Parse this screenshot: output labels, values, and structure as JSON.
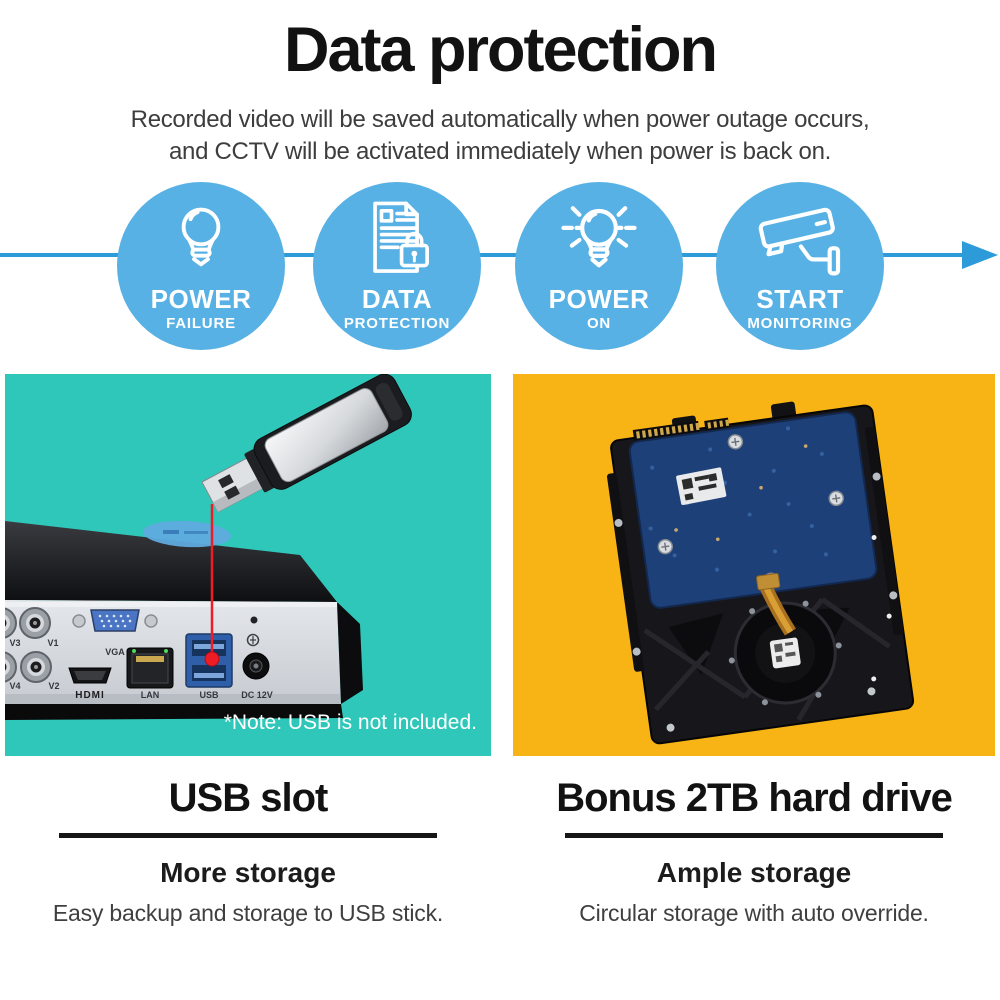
{
  "header": {
    "title": "Data protection",
    "subtitle_line1": "Recorded video will be saved automatically when power outage occurs,",
    "subtitle_line2": "and CCTV will be activated immediately when power is back on."
  },
  "flow": {
    "steps": [
      {
        "line1": "POWER",
        "line2": "FAILURE",
        "icon": "light-bulb-icon"
      },
      {
        "line1": "DATA",
        "line2": "PROTECTION",
        "icon": "document-lock-icon"
      },
      {
        "line1": "POWER",
        "line2": "ON",
        "icon": "light-bulb-rays-icon"
      },
      {
        "line1": "START",
        "line2": "MONITORING",
        "icon": "cctv-camera-icon"
      }
    ]
  },
  "left_panel": {
    "note": "*Note: USB is not included.",
    "port_labels": {
      "v1": "V1",
      "v2": "V2",
      "v3": "V3",
      "v4": "V4",
      "vga": "VGA",
      "hdmi": "HDMI",
      "lan": "LAN",
      "usb": "USB",
      "dc": "DC 12V"
    }
  },
  "sections": [
    {
      "heading": "USB slot",
      "subheading": "More storage",
      "description": "Easy backup and storage to USB stick."
    },
    {
      "heading": "Bonus 2TB hard drive",
      "subheading": "Ample storage",
      "description": "Circular storage with auto override."
    }
  ],
  "colors": {
    "step_circle_blue": "#58b1e4",
    "flow_line_blue": "#2d9bd9",
    "left_panel_teal": "#2fc7b9",
    "right_panel_yellow": "#f8b414",
    "pointer_red": "#ee1c25"
  }
}
